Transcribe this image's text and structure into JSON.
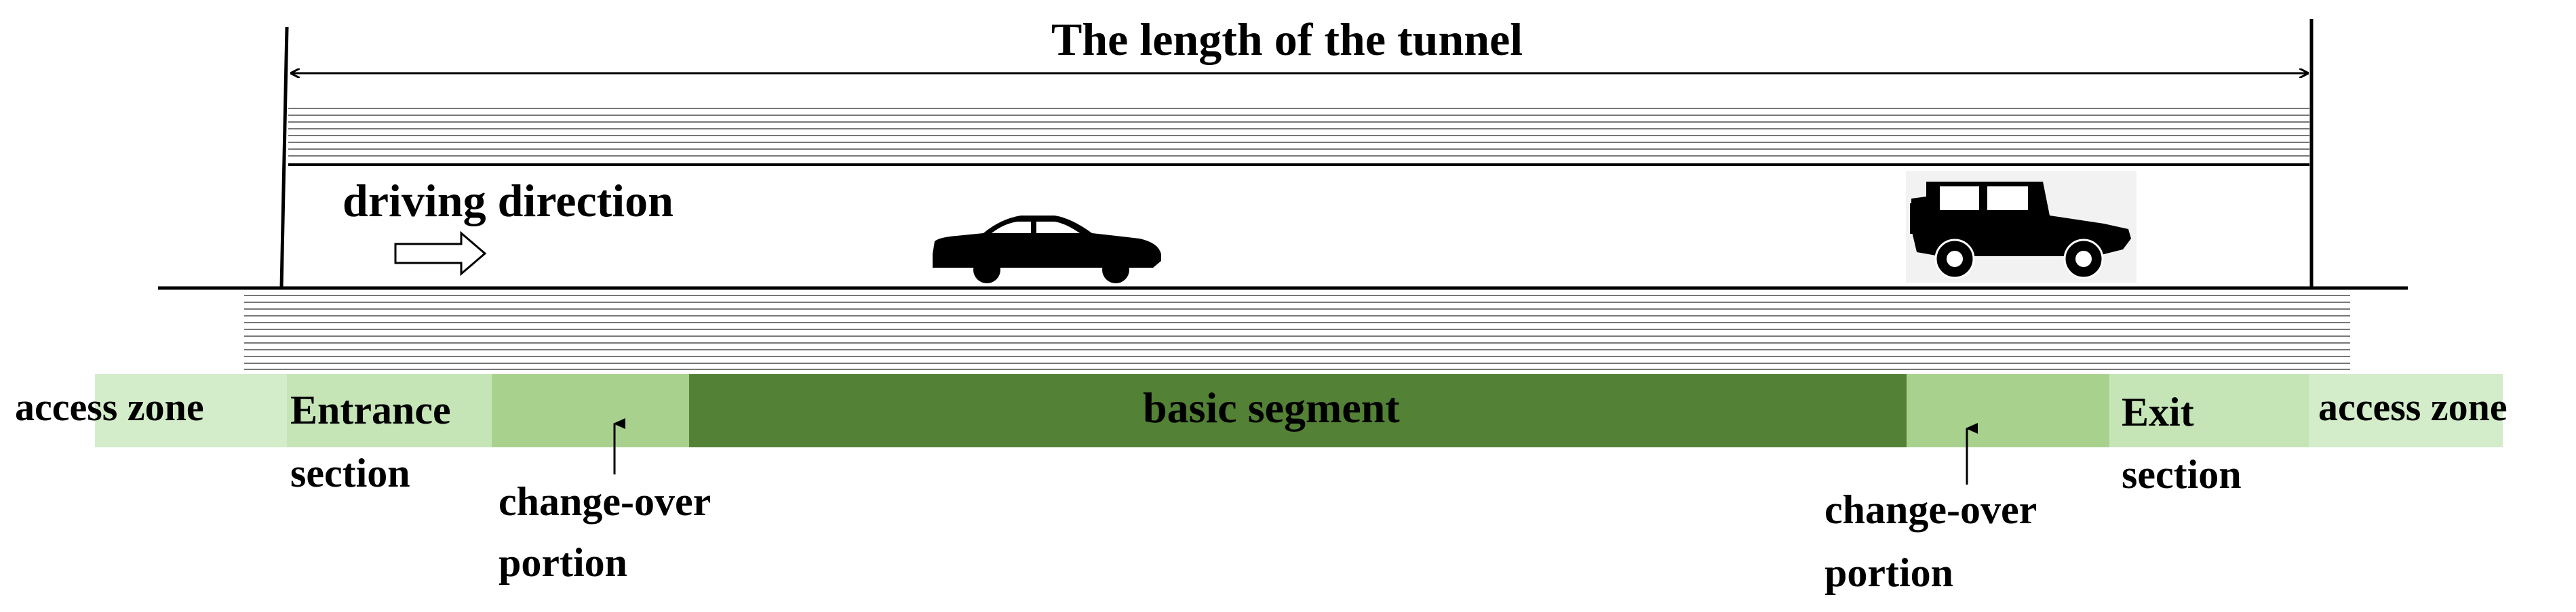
{
  "title": "The length of the tunnel",
  "driving_direction_label": "driving direction",
  "zones": {
    "access_left": "access zone",
    "entrance_line1": "Entrance",
    "entrance_line2": "section",
    "basic_segment": "basic segment",
    "exit_line1": "Exit",
    "exit_line2": "section",
    "access_right": "access zone"
  },
  "change_over_left": {
    "line1": "change-over",
    "line2": "portion"
  },
  "change_over_right": {
    "line1": "change-over",
    "line2": "portion"
  },
  "icons": {
    "car": "car-icon",
    "jeep": "jeep-icon",
    "arrow": "arrow-right-icon"
  },
  "colors": {
    "access_zone": "#d3ecc9",
    "section": "#c5e5b6",
    "change_over": "#a9d18e",
    "basic_segment": "#538135",
    "line": "#000000"
  }
}
